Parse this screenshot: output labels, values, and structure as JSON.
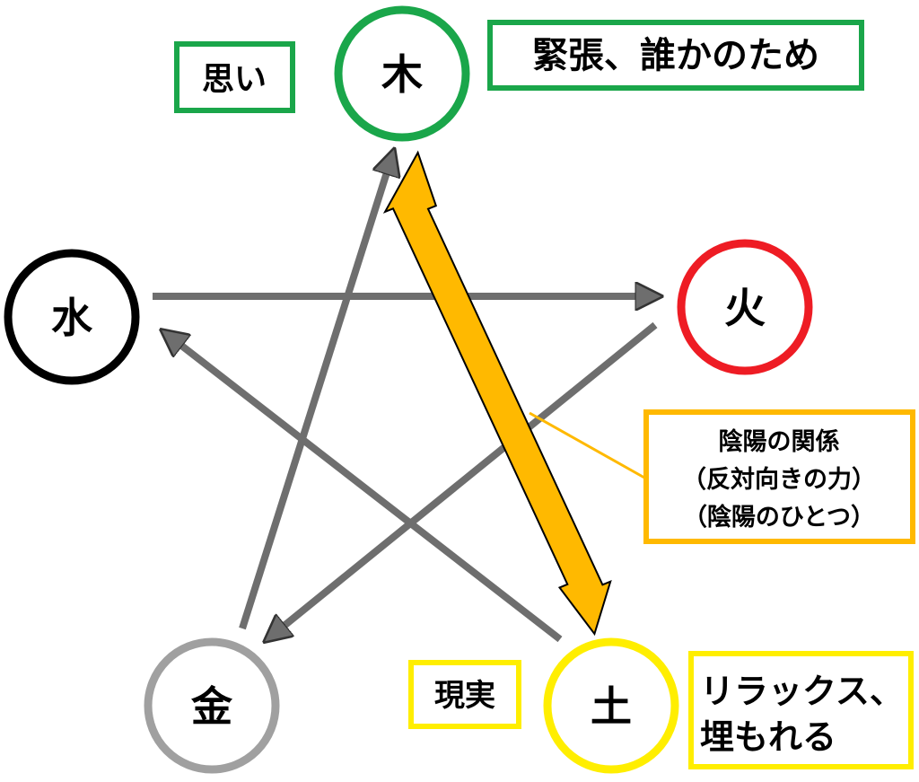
{
  "nodes": {
    "wood": {
      "label": "木",
      "ring_color": "#1aa64a"
    },
    "fire": {
      "label": "火",
      "ring_color": "#ee1c24"
    },
    "earth": {
      "label": "土",
      "ring_color": "#ffee00"
    },
    "metal": {
      "label": "金",
      "ring_color": "#a0a0a0"
    },
    "water": {
      "label": "水",
      "ring_color": "#000000"
    }
  },
  "boxes": {
    "omoi": {
      "text": "思い",
      "border_color": "#1aa64a"
    },
    "tension": {
      "text": "緊張、誰かのため",
      "border_color": "#1aa64a",
      "text_color": "#ee1c24"
    },
    "genjitsu": {
      "text": "現実",
      "border_color": "#ffee00"
    },
    "relax": {
      "lines": [
        "リラックス、",
        "埋もれる"
      ],
      "border_color": "#ffee00"
    },
    "yinyang": {
      "lines": [
        "陰陽の関係",
        "（反対向きの力）",
        "（陰陽のひとつ）"
      ],
      "border_color": "#ffb900"
    }
  },
  "colors": {
    "arrow_gray": "#6e6e6e",
    "yinyang_arrow": "#ffb900"
  }
}
